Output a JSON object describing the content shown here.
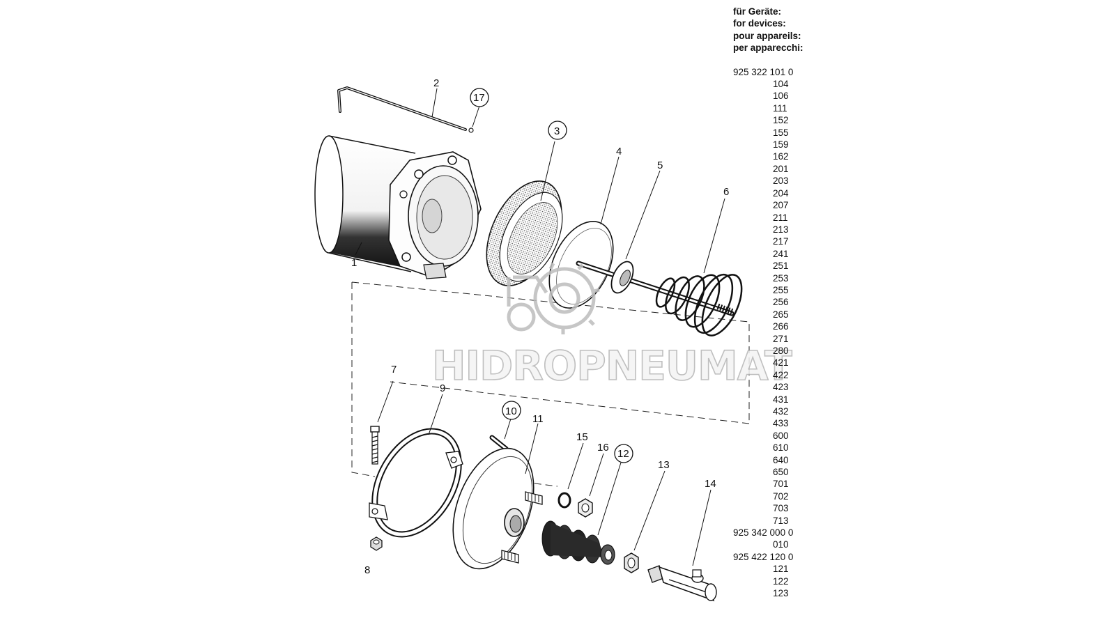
{
  "watermark": "HIDROPNEUMAT",
  "header": [
    "für Geräte:",
    "for devices:",
    "pour appareils:",
    "per apparecchi:"
  ],
  "device_codes": [
    {
      "text": "925 322 101 0",
      "full": true
    },
    {
      "text": "104",
      "full": false
    },
    {
      "text": "106",
      "full": false
    },
    {
      "text": "111",
      "full": false
    },
    {
      "text": "152",
      "full": false
    },
    {
      "text": "155",
      "full": false
    },
    {
      "text": "159",
      "full": false
    },
    {
      "text": "162",
      "full": false
    },
    {
      "text": "201",
      "full": false
    },
    {
      "text": "203",
      "full": false
    },
    {
      "text": "204",
      "full": false
    },
    {
      "text": "207",
      "full": false
    },
    {
      "text": "211",
      "full": false
    },
    {
      "text": "213",
      "full": false
    },
    {
      "text": "217",
      "full": false
    },
    {
      "text": "241",
      "full": false
    },
    {
      "text": "251",
      "full": false
    },
    {
      "text": "253",
      "full": false
    },
    {
      "text": "255",
      "full": false
    },
    {
      "text": "256",
      "full": false
    },
    {
      "text": "265",
      "full": false
    },
    {
      "text": "266",
      "full": false
    },
    {
      "text": "271",
      "full": false
    },
    {
      "text": "280",
      "full": false
    },
    {
      "text": "421",
      "full": false
    },
    {
      "text": "422",
      "full": false
    },
    {
      "text": "423",
      "full": false
    },
    {
      "text": "431",
      "full": false
    },
    {
      "text": "432",
      "full": false
    },
    {
      "text": "433",
      "full": false
    },
    {
      "text": "600",
      "full": false
    },
    {
      "text": "610",
      "full": false
    },
    {
      "text": "640",
      "full": false
    },
    {
      "text": "650",
      "full": false
    },
    {
      "text": "701",
      "full": false
    },
    {
      "text": "702",
      "full": false
    },
    {
      "text": "703",
      "full": false
    },
    {
      "text": "713",
      "full": false
    },
    {
      "text": "925 342 000 0",
      "full": true
    },
    {
      "text": "010",
      "full": false
    },
    {
      "text": "925 422 120 0",
      "full": true
    },
    {
      "text": "121",
      "full": false
    },
    {
      "text": "122",
      "full": false
    },
    {
      "text": "123",
      "full": false
    }
  ],
  "parts": {
    "p1": "1",
    "p2": "2",
    "p3": "3",
    "p4": "4",
    "p5": "5",
    "p6": "6",
    "p7": "7",
    "p8": "8",
    "p9": "9",
    "p10": "10",
    "p11": "11",
    "p12": "12",
    "p13": "13",
    "p14": "14",
    "p15": "15",
    "p16": "16",
    "p17": "17"
  }
}
